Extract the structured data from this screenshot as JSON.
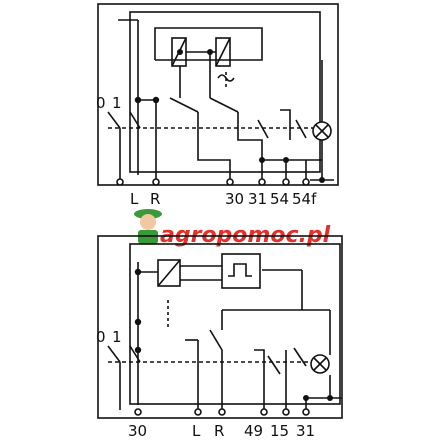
{
  "colors": {
    "line": "#111111",
    "watermark_red": "#e2312b",
    "watermark_green": "#3a9a3a"
  },
  "top_diagram": {
    "switch_positions": [
      "0",
      "1"
    ],
    "terminal_labels": [
      "L",
      "R",
      "30",
      "31",
      "54",
      "54f"
    ]
  },
  "bottom_diagram": {
    "switch_positions": [
      "0",
      "1"
    ],
    "terminal_labels": [
      "30",
      "L",
      "R",
      "49",
      "15",
      "31"
    ]
  },
  "watermark": {
    "text": "agropomoc.pl"
  }
}
